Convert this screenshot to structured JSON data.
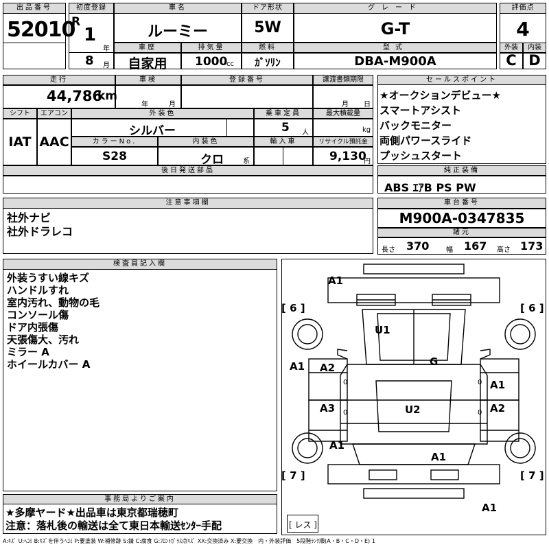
{
  "lot": {
    "label": "出品番号",
    "value": "52010"
  },
  "first_reg": {
    "label": "初度登録",
    "era": "R",
    "year": "1",
    "year_unit": "年",
    "month": "8",
    "month_unit": "月"
  },
  "car_name": {
    "label": "車名",
    "value": "ルーミー"
  },
  "door": {
    "label": "ドア形状",
    "value": "5W"
  },
  "grade": {
    "label": "グレード",
    "value": "G-T"
  },
  "score": {
    "label": "評価点",
    "value": "4"
  },
  "history": {
    "label": "車歴",
    "value": "自家用"
  },
  "displacement": {
    "label": "排気量",
    "value": "1000",
    "unit": "cc"
  },
  "fuel": {
    "label": "燃料",
    "value": "ｶﾞｿﾘﾝ"
  },
  "model_code": {
    "label": "型式",
    "value": "DBA-M900A"
  },
  "exterior_grade": {
    "label": "外装",
    "value": "C"
  },
  "interior_grade": {
    "label": "内装",
    "value": "D"
  },
  "mileage": {
    "label": "走行",
    "value": "44,786",
    "unit": "km"
  },
  "inspection": {
    "label": "車検",
    "year_unit": "年",
    "month_unit": "月"
  },
  "registration": {
    "label": "登録番号"
  },
  "transfer_doc": {
    "label": "譲渡書類期限",
    "month_unit": "月",
    "day_unit": "日"
  },
  "selling_points": {
    "label": "セールスポイント",
    "items": [
      "★オークションデビュー★",
      "スマートアシスト",
      "バックモニター",
      "両側パワースライド",
      "プッシュスタート"
    ]
  },
  "shift": {
    "label": "シフト",
    "value": "IAT"
  },
  "ac": {
    "label": "エアコン",
    "value": "AAC"
  },
  "ext_color": {
    "label": "外装色",
    "value": "シルバー"
  },
  "capacity": {
    "label": "乗車定員",
    "value": "5",
    "unit": "人"
  },
  "max_load": {
    "label": "最大積載量",
    "unit": "kg"
  },
  "color_no": {
    "label": "カラーNo.",
    "value": "S28"
  },
  "int_color": {
    "label": "内装色",
    "value": "クロ",
    "unit": "系"
  },
  "import": {
    "label": "輸入車"
  },
  "recycle": {
    "label": "リサイクル預託金",
    "value": "9,130",
    "unit": "円"
  },
  "later_parts": {
    "label": "後日発送部品"
  },
  "equipment": {
    "label": "純正装備",
    "value": "ABS ｴｱB PS PW"
  },
  "notes": {
    "label": "注意事項欄",
    "items": [
      "社外ナビ",
      "社外ドラレコ"
    ]
  },
  "chassis": {
    "label": "車台番号",
    "value": "M900A-0347835"
  },
  "specs": {
    "label": "諸元",
    "length_label": "長さ",
    "length": "370",
    "width_label": "幅",
    "width": "167",
    "height_label": "高さ",
    "height": "173"
  },
  "inspector": {
    "label": "検査員記入欄",
    "items": [
      "外装うすい線キズ",
      "ハンドルすれ",
      "室内汚れ、動物の毛",
      "コンソール傷",
      "ドア内張傷",
      "天張傷大、汚れ",
      "ミラー A",
      "ホイールカバー A"
    ]
  },
  "diagram": {
    "marks": [
      "A1",
      "U1",
      "G",
      "A1",
      "A2",
      "A1",
      "A3",
      "U2",
      "A2",
      "A1",
      "A1",
      "A1"
    ],
    "brackets": [
      "[ 6 ]",
      "[ 6 ]",
      "[ 7 ]",
      "[ 7 ]"
    ],
    "zeros": [
      "0",
      "0",
      "0",
      "0"
    ],
    "les": "[ レス ]"
  },
  "office": {
    "label": "事務局よりご案内",
    "lines": [
      "★多摩ヤード★出品車は東京都瑞穂町",
      "注意：落札後の輸送は全て東日本輸送ｾﾝﾀｰ手配"
    ]
  },
  "legend": "A:ｷｽﾞ U:ﾍｺﾐ B:ｷｽﾞを伴うﾍｺﾐ P:要塗装 W:補修跡 S:錆 C:腐食 G:ﾌﾛﾝﾄｶﾞﾗｽ点ｷｽﾞ XX:交換済み X:要交換　内・外装評価　5段階ﾗﾝｸ順(A・B・C・D・E) 1"
}
